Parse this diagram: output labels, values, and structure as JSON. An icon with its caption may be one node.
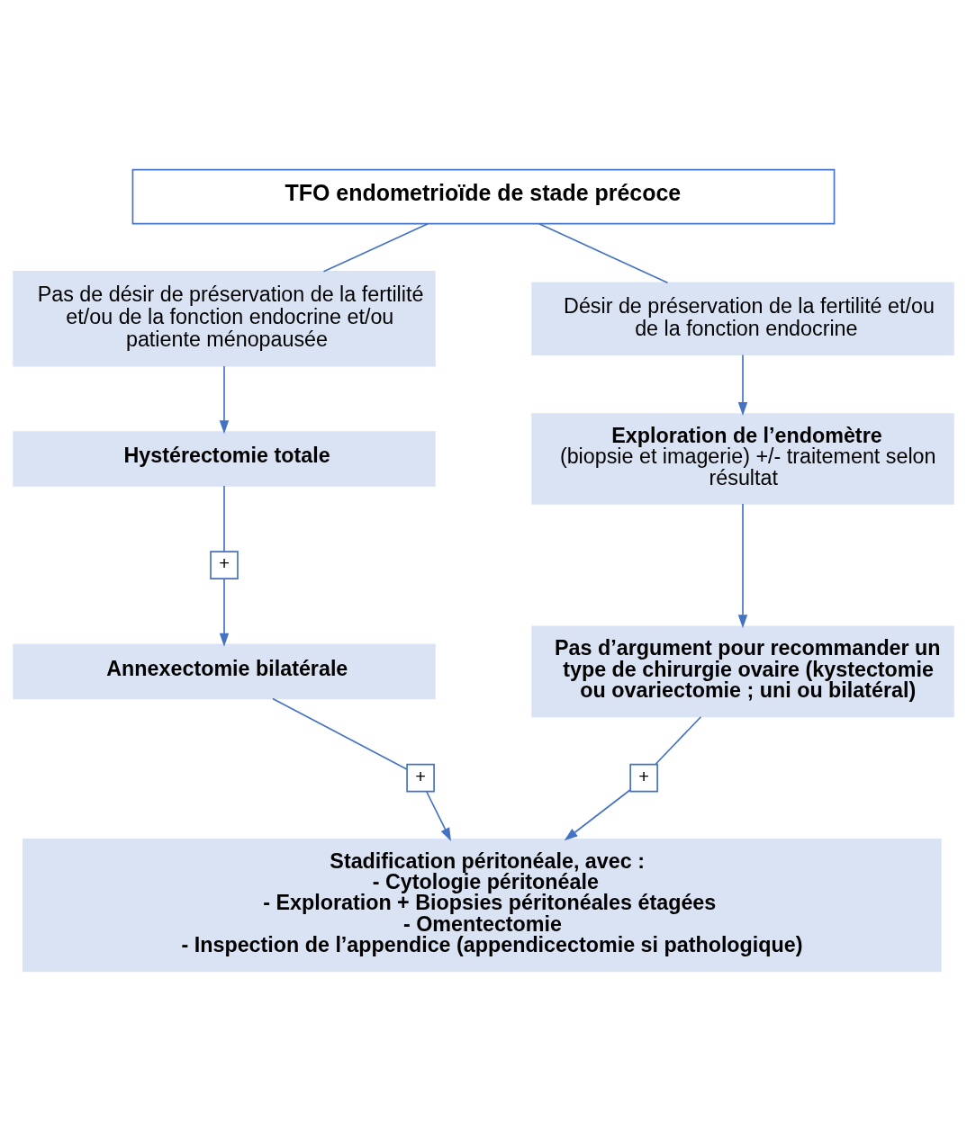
{
  "diagram": {
    "nodes": [
      {
        "text": [
          "TFO endometrioïde de stade précoce"
        ]
      },
      {
        "text": [
          "Pas de désir de préservation de la fertilité et/ou de la fonction endocrine et/ou patiente ménopausée"
        ]
      },
      {
        "text": [
          "Désir de préservation de la fertilité et/ou de la fonction endocrine"
        ]
      },
      {
        "text": [
          "Hystérectomie totale"
        ]
      },
      {
        "text": [
          "Exploration de l’endomètre",
          "(biopsie et imagerie) +/- traitement selon résultat"
        ]
      },
      {
        "text": [
          "+"
        ]
      },
      {
        "text": [
          "Annexectomie bilatérale"
        ]
      },
      {
        "text": [
          "Pas d’argument pour recommander un type de chirurgie ovaire (kystectomie ou ovariectomie ; uni ou bilatéral)"
        ]
      },
      {
        "text": [
          "+"
        ]
      },
      {
        "text": [
          "+"
        ]
      },
      {
        "text": [
          "Stadification péritonéale, avec :",
          "- Cytologie péritonéale",
          "- Exploration + Biopsies péritonéales étagées",
          "- Omentectomie",
          "- Inspection de l’appendice (appendicectomie si pathologique)"
        ]
      }
    ],
    "edges": [
      {
        "from": 0,
        "to": 1,
        "arrow": "none"
      },
      {
        "from": 0,
        "to": 2,
        "arrow": "none"
      },
      {
        "from": 1,
        "to": 3,
        "arrow": "to"
      },
      {
        "from": 2,
        "to": 4,
        "arrow": "to"
      },
      {
        "from": 3,
        "to": 5,
        "arrow": "none"
      },
      {
        "from": 5,
        "to": 6,
        "arrow": "to"
      },
      {
        "from": 4,
        "to": 7,
        "arrow": "to"
      },
      {
        "from": 6,
        "to": 8,
        "arrow": "none"
      },
      {
        "from": 8,
        "to": 10,
        "arrow": "to"
      },
      {
        "from": 7,
        "to": 9,
        "arrow": "none"
      },
      {
        "from": 9,
        "to": 10,
        "arrow": "to"
      }
    ]
  }
}
